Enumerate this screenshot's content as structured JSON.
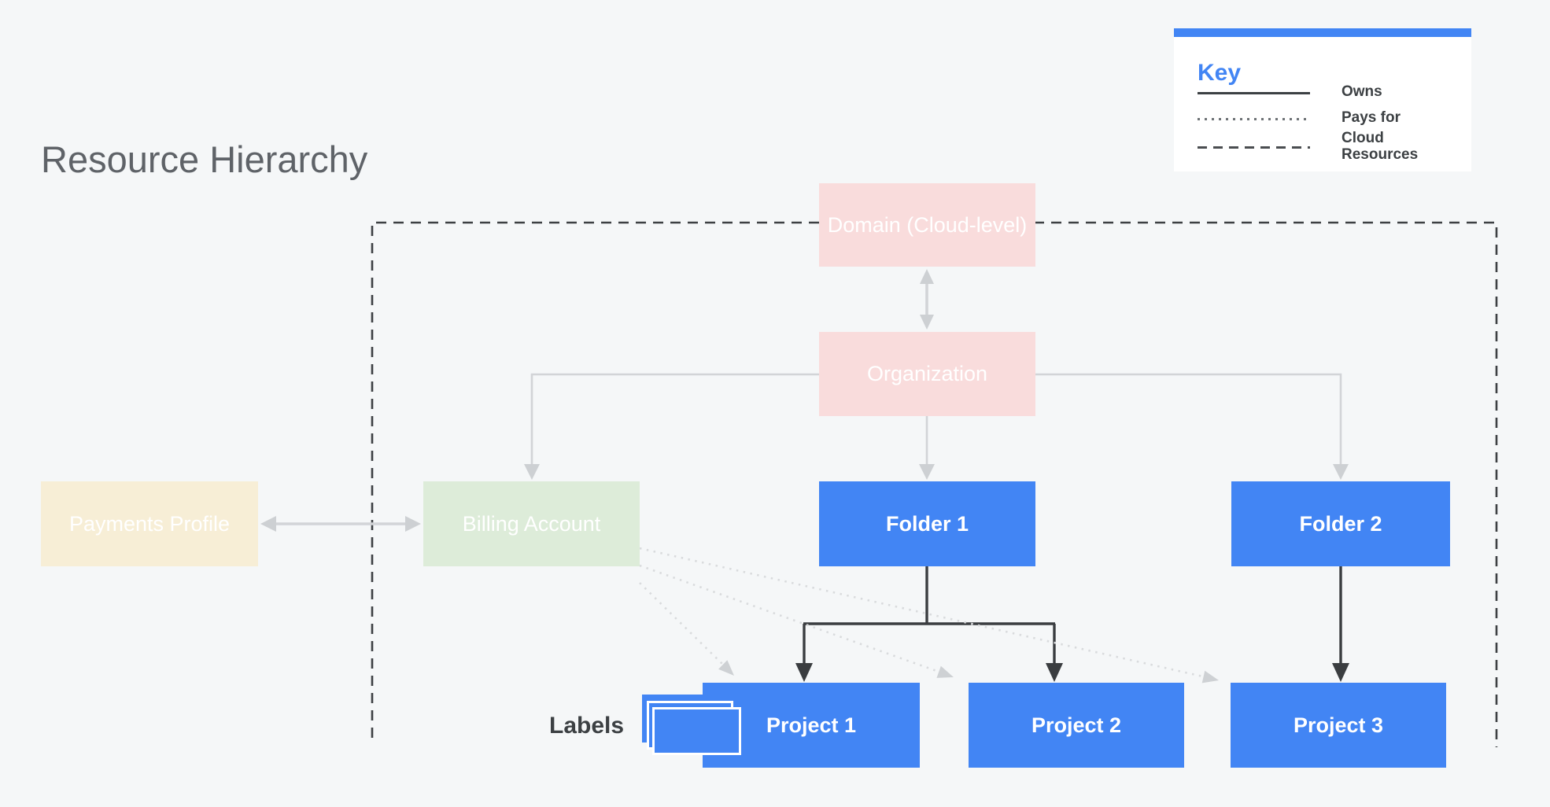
{
  "title": "Resource Hierarchy",
  "key": {
    "title": "Key",
    "items": [
      {
        "style": "solid",
        "label": "Owns"
      },
      {
        "style": "dotted",
        "label": "Pays for"
      },
      {
        "style": "dashed",
        "label": "Cloud Resources"
      }
    ]
  },
  "nodes": {
    "domain": {
      "label": "Domain (Cloud-level)",
      "color_role": "pink"
    },
    "organization": {
      "label": "Organization",
      "color_role": "pink"
    },
    "payments_profile": {
      "label": "Payments Profile",
      "color_role": "cream"
    },
    "billing_account": {
      "label": "Billing Account",
      "color_role": "green"
    },
    "folder1": {
      "label": "Folder 1",
      "color_role": "blue"
    },
    "folder2": {
      "label": "Folder 2",
      "color_role": "blue"
    },
    "project1": {
      "label": "Project 1",
      "color_role": "blue"
    },
    "project2": {
      "label": "Project 2",
      "color_role": "blue"
    },
    "project3": {
      "label": "Project 3",
      "color_role": "blue"
    }
  },
  "annotations": {
    "labels_tag": "Labels"
  },
  "edges": [
    {
      "from": "domain",
      "to": "organization",
      "type": "owns",
      "bidirectional": true
    },
    {
      "from": "organization",
      "to": "billing_account",
      "type": "owns"
    },
    {
      "from": "organization",
      "to": "folder1",
      "type": "owns"
    },
    {
      "from": "organization",
      "to": "folder2",
      "type": "owns"
    },
    {
      "from": "payments_profile",
      "to": "billing_account",
      "type": "owns",
      "bidirectional": true
    },
    {
      "from": "folder1",
      "to": "project1",
      "type": "owns"
    },
    {
      "from": "folder1",
      "to": "project2",
      "type": "owns"
    },
    {
      "from": "folder2",
      "to": "project3",
      "type": "owns"
    },
    {
      "from": "billing_account",
      "to": "project1",
      "type": "pays_for"
    },
    {
      "from": "billing_account",
      "to": "project2",
      "type": "pays_for"
    },
    {
      "from": "billing_account",
      "to": "project3",
      "type": "pays_for"
    },
    {
      "type": "cloud_resources_boundary",
      "contains": [
        "domain",
        "organization",
        "billing_account",
        "folder1",
        "folder2",
        "project1",
        "project2",
        "project3"
      ]
    }
  ],
  "colors": {
    "accent-blue": "#4285f4",
    "node-pink": "#f9dcdc",
    "node-green": "#ddecd9",
    "node-cream": "#f7eed6",
    "bg": "#f5f7f8",
    "title-gray": "#5f6368",
    "ink": "#3c4043",
    "line-gray": "#d2d4d7",
    "arrow-gray": "#cdd0d3",
    "line-dark": "#3a3d40",
    "dash-dark": "#3d4043",
    "line-dotted": "#d9dbdd",
    "arrow-light": "#ced1d4"
  }
}
